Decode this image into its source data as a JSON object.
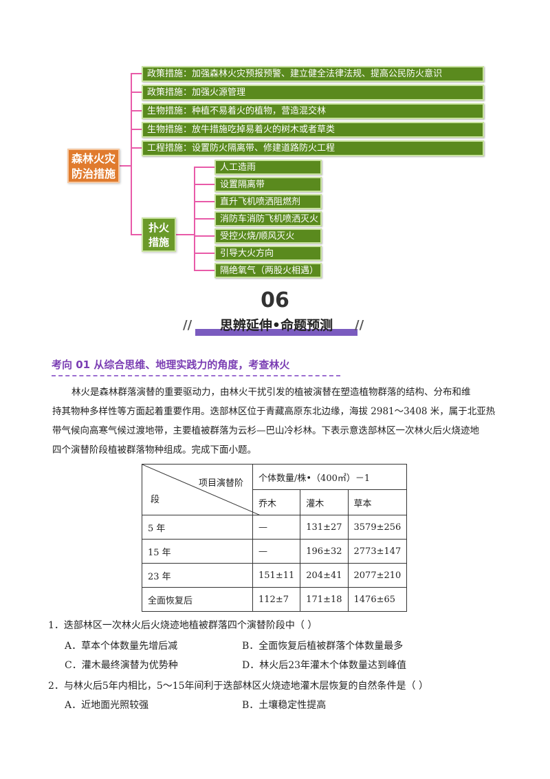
{
  "mindmap": {
    "root": "森林火灾防治措施",
    "root_lines": [
      "森林火灾",
      "防治措施"
    ],
    "branches": [
      "政策措施：加强森林火灾预报预警、建立健全法律法规、提高公民防火意识",
      "政策措施：加强火源管理",
      "生物措施：种植不易着火的植物，营造混交林",
      "生物措施：放牛措施吃掉易着火的树木或者草类",
      "工程措施：设置防火隔离带、修建道路防火工程"
    ],
    "fire_fighting": {
      "label_lines": [
        "扑火",
        "措施"
      ],
      "items": [
        "人工造雨",
        "设置隔离带",
        "直升飞机喷洒阻燃剂",
        "消防车消防飞机喷洒灭火",
        "受控火烧/顺风灭火",
        "引导大火方向",
        "隔绝氧气（两股火相遇）"
      ]
    }
  },
  "section": {
    "number": "06",
    "title": "思辨延伸•命题预测"
  },
  "topic": "考向 01  从综合思维、地理实践力的角度，考查林火",
  "passage": [
    "林火是森林群落演替的重要驱动力，由林火干扰引发的植被演替在塑造植物群落的结构、分布和维",
    "持其物种多样性等方面起着重要作用。迭部林区位于青藏高原东北边缘，海拔 2981～3408 米，属于北亚热",
    "带气候向高寒气候过渡地带，主要植被群落为云杉—巴山冷杉林。下表示意迭部林区一次林火后火烧迹地",
    "四个演替阶段植被群落物种组成。完成下面小题。"
  ],
  "table": {
    "header_diag_top": "项目演替阶",
    "header_diag_bottom": "段",
    "group_header": "个体数量/株•（400㎡）－1",
    "columns": [
      "乔木",
      "灌木",
      "草本"
    ],
    "rows": [
      {
        "stage": "5 年",
        "values": [
          "—",
          "131±27",
          "3579±256"
        ]
      },
      {
        "stage": "15 年",
        "values": [
          "—",
          "196±32",
          "2773±147"
        ]
      },
      {
        "stage": "23 年",
        "values": [
          "151±11",
          "204±41",
          "2077±210"
        ]
      },
      {
        "stage": "全面恢复后",
        "values": [
          "112±7",
          "171±18",
          "1476±65"
        ]
      }
    ]
  },
  "questions": [
    {
      "stem": "1．迭部林区一次林火后火烧迹地植被群落四个演替阶段中（    ）",
      "options": [
        "A．草本个体数量先增后减",
        "B．全面恢复后植被群落个体数量最多",
        "C．灌木最终演替为优势种",
        "D．林火后23年灌木个体数量达到峰值"
      ]
    },
    {
      "stem": "2．与林火后5年内相比，5～15年间利于迭部林区火烧迹地灌木层恢复的自然条件是（    ）",
      "options": [
        "A．近地面光照较强",
        "B．土壤稳定性提高"
      ]
    }
  ],
  "colors": {
    "root_orange": "#e07b2e",
    "branch_green": "#5a8a1e",
    "connector_pink": "#e85aa8",
    "topic_purple": "#7a3db3"
  }
}
